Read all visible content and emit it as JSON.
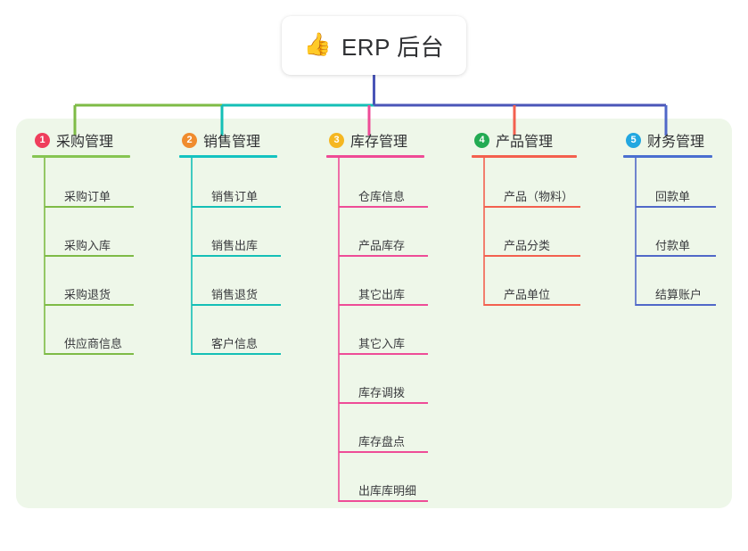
{
  "root": {
    "icon": "thumbs-up-icon",
    "emoji": "👍",
    "title": "ERP 后台"
  },
  "palette": {
    "page_background": "#ffffff",
    "panel_background": "#eef7e9",
    "trunk": "#4a55b8",
    "text": "#2f3033"
  },
  "columns": [
    {
      "number": "1",
      "label": "采购管理",
      "badge_color": "#ef3e5c",
      "rule_color": "#86c552",
      "branch_color": "#7ebb46",
      "items": [
        {
          "label": "采购订单"
        },
        {
          "label": "采购入库"
        },
        {
          "label": "采购退货"
        },
        {
          "label": "供应商信息"
        }
      ]
    },
    {
      "number": "2",
      "label": "销售管理",
      "badge_color": "#f08c2e",
      "rule_color": "#14c3c0",
      "branch_color": "#14bfb6",
      "items": [
        {
          "label": "销售订单"
        },
        {
          "label": "销售出库"
        },
        {
          "label": "销售退货"
        },
        {
          "label": "客户信息"
        }
      ]
    },
    {
      "number": "3",
      "label": "库存管理",
      "badge_color": "#f5b722",
      "rule_color": "#ef4b96",
      "branch_color": "#ee4c97",
      "items": [
        {
          "label": "仓库信息"
        },
        {
          "label": "产品库存"
        },
        {
          "label": "其它出库"
        },
        {
          "label": "其它入库"
        },
        {
          "label": "库存调拨"
        },
        {
          "label": "库存盘点"
        },
        {
          "label": "出库库明细"
        }
      ]
    },
    {
      "number": "4",
      "label": "产品管理",
      "badge_color": "#23ab53",
      "rule_color": "#f4604e",
      "branch_color": "#f3604f",
      "items": [
        {
          "label": "产品（物料）"
        },
        {
          "label": "产品分类"
        },
        {
          "label": "产品单位"
        }
      ]
    },
    {
      "number": "5",
      "label": "财务管理",
      "badge_color": "#22a7e0",
      "rule_color": "#4a6fd0",
      "branch_color": "#5068c8",
      "items": [
        {
          "label": "回款单"
        },
        {
          "label": "付款单"
        },
        {
          "label": "结算账户"
        }
      ]
    }
  ]
}
